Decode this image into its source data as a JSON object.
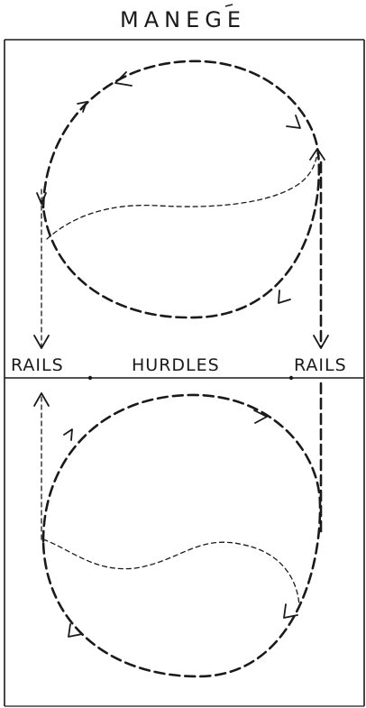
{
  "title": "MANEGE",
  "labels": {
    "rails_left": "RAILS",
    "hurdles": "HURDLES",
    "rails_right": "RAILS"
  },
  "ink_color": "#1a1a1a",
  "background_color": "#ffffff"
}
